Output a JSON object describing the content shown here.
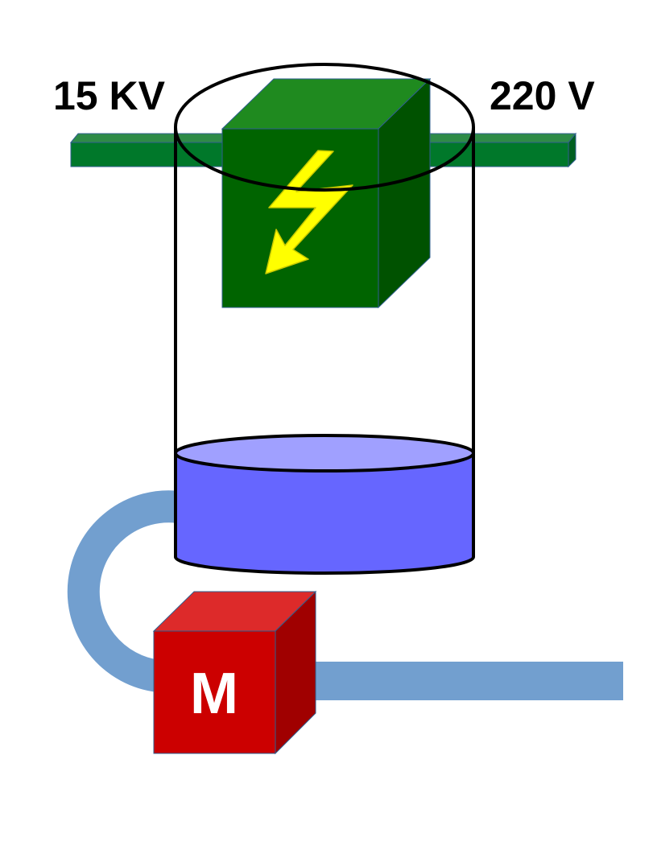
{
  "labels": {
    "left_voltage": "15 KV",
    "right_voltage": "220 V",
    "motor": "M"
  },
  "icons": {
    "transformer": "high-voltage-bolt-icon",
    "motor": "motor-box-icon"
  },
  "colors": {
    "power_line": "#00782a",
    "transformer_front": "#006400",
    "transformer_top": "#1f8a1f",
    "transformer_side": "#005200",
    "bolt": "#ffff00",
    "liquid_body": "#6666ff",
    "liquid_top": "#a0a0ff",
    "pipe": "#729fcf",
    "motor_front": "#cc0000",
    "motor_top": "#dd2a2a",
    "motor_side": "#a00000"
  }
}
